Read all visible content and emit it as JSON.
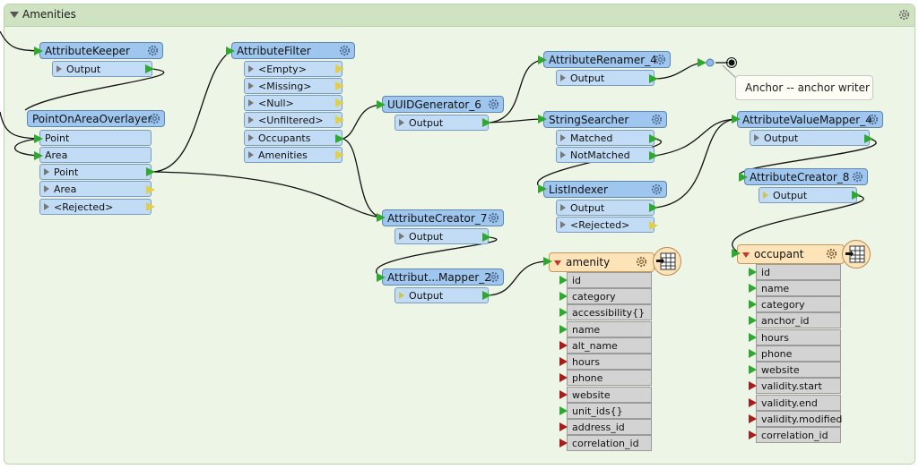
{
  "bookmark": {
    "title": "Amenities"
  },
  "transformers": {
    "attribute_keeper": {
      "title": "AttributeKeeper",
      "outputs": [
        "Output"
      ]
    },
    "attribute_filter": {
      "title": "AttributeFilter",
      "outputs": [
        "<Empty>",
        "<Missing>",
        "<Null>",
        "<Unfiltered>",
        "Occupants",
        "Amenities"
      ]
    },
    "point_on_area_overlayer": {
      "title": "PointOnAreaOverlayer",
      "inputs": [
        "Point",
        "Area"
      ],
      "outputs": [
        "Point",
        "Area",
        "<Rejected>"
      ]
    },
    "uuid_generator": {
      "title": "UUIDGenerator_6",
      "outputs": [
        "Output"
      ]
    },
    "attribute_renamer": {
      "title": "AttributeRenamer_4",
      "outputs": [
        "Output"
      ]
    },
    "string_searcher": {
      "title": "StringSearcher",
      "outputs": [
        "Matched",
        "NotMatched"
      ]
    },
    "list_indexer": {
      "title": "ListIndexer",
      "outputs": [
        "Output",
        "<Rejected>"
      ]
    },
    "attribute_value_mapper_4": {
      "title": "AttributeValueMapper_4",
      "outputs": [
        "Output"
      ]
    },
    "attribute_creator_8": {
      "title": "AttributeCreator_8",
      "outputs": [
        "Output"
      ]
    },
    "attribute_creator_7": {
      "title": "AttributeCreator_7",
      "outputs": [
        "Output"
      ]
    },
    "attribute_mapper_2": {
      "title": "Attribut...Mapper_2",
      "outputs": [
        "Output"
      ]
    }
  },
  "annotation": {
    "text": "Anchor -- anchor writer"
  },
  "writers": {
    "amenity": {
      "title": "amenity",
      "attributes": [
        "id",
        "category",
        "accessibility{}",
        "name",
        "alt_name",
        "hours",
        "phone",
        "website",
        "unit_ids{}",
        "address_id",
        "correlation_id"
      ],
      "attr_status": [
        "green",
        "green",
        "green",
        "green",
        "red",
        "red",
        "red",
        "red",
        "green",
        "red",
        "red"
      ]
    },
    "occupant": {
      "title": "occupant",
      "attributes": [
        "id",
        "name",
        "category",
        "anchor_id",
        "hours",
        "phone",
        "website",
        "validity.start",
        "validity.end",
        "validity.modified",
        "correlation_id"
      ],
      "attr_status": [
        "green",
        "green",
        "green",
        "green",
        "green",
        "green",
        "green",
        "red",
        "red",
        "red",
        "red"
      ]
    }
  },
  "colors": {
    "port_green": "#2ea82e",
    "port_red": "#a81c1c",
    "port_yellow": "#e0cf4a",
    "wire": "#111111"
  }
}
